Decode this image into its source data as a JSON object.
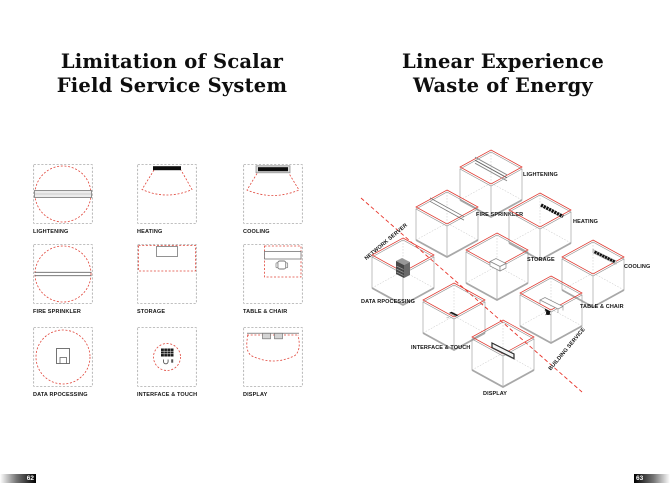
{
  "left_page": {
    "title_line1": "Limitation of Scalar",
    "title_line2": "Field Service System",
    "cells": [
      {
        "id": "lightening",
        "label": "LIGHTENING"
      },
      {
        "id": "heating",
        "label": "HEATING"
      },
      {
        "id": "cooling",
        "label": "COOLING"
      },
      {
        "id": "fire-sprinkler",
        "label": "FIRE SPRINKLER"
      },
      {
        "id": "storage",
        "label": "STORAGE"
      },
      {
        "id": "table-chair",
        "label": "TABLE & CHAIR"
      },
      {
        "id": "data-processing",
        "label": "DATA RPOCESSING"
      },
      {
        "id": "interface-touch",
        "label": "INTERFACE & TOUCH"
      },
      {
        "id": "display",
        "label": "DISPLAY"
      }
    ],
    "page_number": "62"
  },
  "right_page": {
    "title_line1": "Linear Experience",
    "title_line2": "Waste of Energy",
    "axis_labels": {
      "network_server": "NETWORK SERVER",
      "building_service": "BUILDING SERVICE"
    },
    "cubes": [
      {
        "id": "lightening",
        "label": "LIGHTENING"
      },
      {
        "id": "fire-sprinkler",
        "label": "FIRE SPRINKLER"
      },
      {
        "id": "heating",
        "label": "HEATING"
      },
      {
        "id": "storage",
        "label": "STORAGE"
      },
      {
        "id": "cooling",
        "label": "COOLING"
      },
      {
        "id": "data-processing",
        "label": "DATA RPOCESSING"
      },
      {
        "id": "interface-touch",
        "label": "INTERFACE & TOUCH"
      },
      {
        "id": "table-chair",
        "label": "TABLE & CHAIR"
      },
      {
        "id": "display",
        "label": "DISPLAY"
      }
    ],
    "page_number": "63"
  },
  "colors": {
    "accent_red": "#e0453a",
    "diagram_gray": "#8a8a8a",
    "ink": "#111111"
  }
}
